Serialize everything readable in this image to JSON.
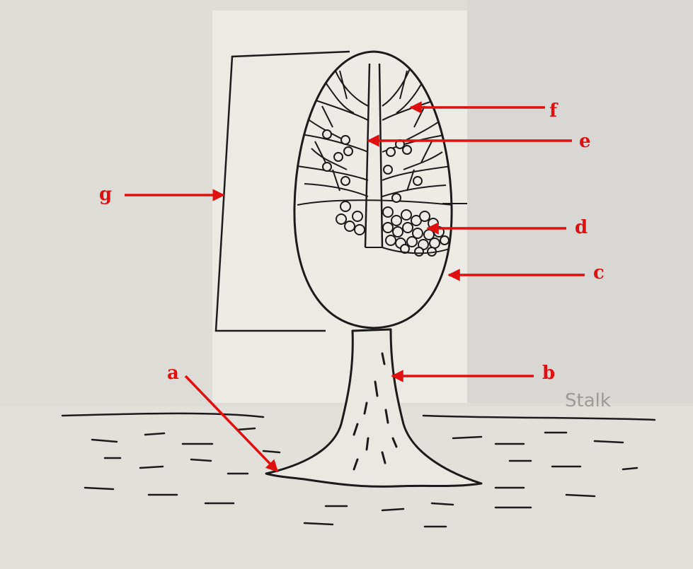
{
  "colors": {
    "paper": "#efeeea",
    "paper_shadow": "#d2d0cb",
    "ink": "#1b1b1b",
    "annotation": "#e01010"
  },
  "labels": {
    "a": "a",
    "b": "b",
    "c": "c",
    "d": "d",
    "e": "e",
    "f": "f",
    "g": "g"
  },
  "background_fragment": "Stalk"
}
